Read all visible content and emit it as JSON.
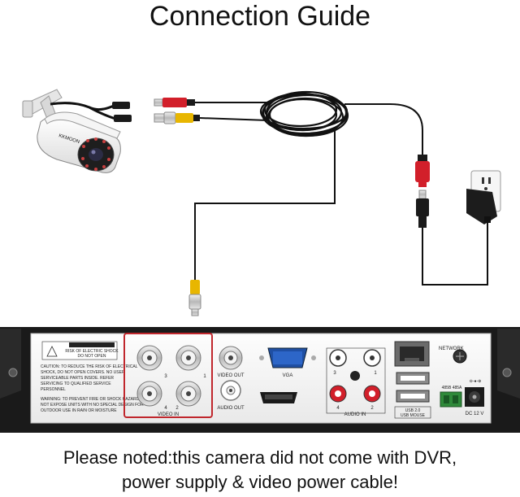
{
  "title": "Connection Guide",
  "note": {
    "line1": "Please noted:this camera did not come with DVR,",
    "line2": "power supply & video power cable!"
  },
  "camera": {
    "brand": "KKMOON"
  },
  "dvr": {
    "caution_title": "CAUTION",
    "caution_sub1": "RISK OF ELECTRIC SHOCK",
    "caution_sub2": "DO NOT OPEN",
    "caution_text1": "CAUTION: TO REDUCE THE RISK OF ELECTRICAL",
    "caution_text2": "SHOCK, DO NOT OPEN COVERS. NO USER",
    "caution_text3": "SERVICEABLE PARTS INSIDE. REFER",
    "caution_text4": "SERVICING TO QUALIFIED SERVICE",
    "caution_text5": "PERSONNEL",
    "warning_text1": "WARNING: TO PREVENT FIRE OR SHOCK HAZARD, DO",
    "warning_text2": "NOT EXPOSE UNITS WITH NO SPECIAL DESIGN FOR",
    "warning_text3": "OUTDOOR USE IN RAIN OR MOISTURE",
    "video_in_label": "VIDEO IN",
    "ch1": "1",
    "ch2": "2",
    "ch3": "3",
    "ch4": "4",
    "video_out_label": "VIDEO OUT",
    "audio_out_label": "AUDIO OUT",
    "vga_label": "VGA",
    "audio_in_label": "AUDIO IN",
    "ain4": "4",
    "ain3": "3",
    "ain2": "2",
    "ain1": "1",
    "network_label": "NETWORK",
    "usb_label1": "USB 2.0",
    "usb_label2": "USB MOUSE",
    "dc_label": "DC 12 V",
    "rs485_label": "485B  485A"
  },
  "colors": {
    "highlight": "#c0272d",
    "dvr_body": "#ffffff",
    "dvr_frame": "#1a1a1a",
    "cable": "#111111",
    "rca_yellow": "#e8b600",
    "rca_red": "#d21f2a",
    "bnc_silver": "#c9c9c9",
    "terminal_green": "#2f8a3a"
  }
}
